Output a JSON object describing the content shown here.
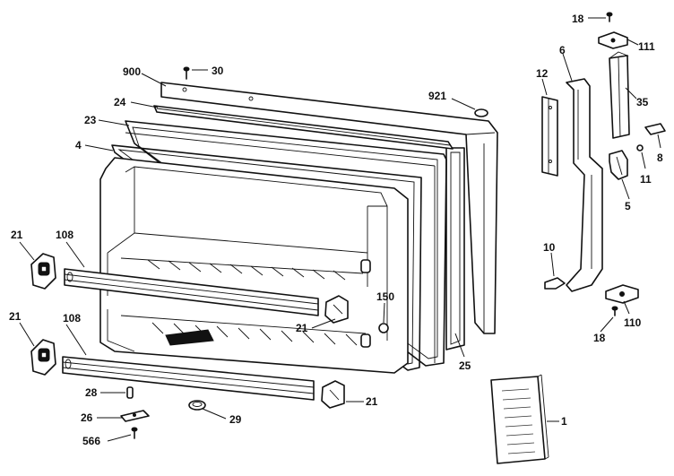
{
  "labels": {
    "p900": "900",
    "p30": "30",
    "p24": "24",
    "p23": "23",
    "p4": "4",
    "p921": "921",
    "p18a": "18",
    "p111": "111",
    "p6": "6",
    "p12": "12",
    "p35": "35",
    "p8": "8",
    "p11": "11",
    "p5": "5",
    "p10": "10",
    "p110": "110",
    "p18b": "18",
    "p21a": "21",
    "p108a": "108",
    "p21b": "21",
    "p108b": "108",
    "p150": "150",
    "p21c": "21",
    "p25": "25",
    "p28": "28",
    "p26": "26",
    "p29": "29",
    "p21d": "21",
    "p566": "566",
    "p1": "1"
  }
}
